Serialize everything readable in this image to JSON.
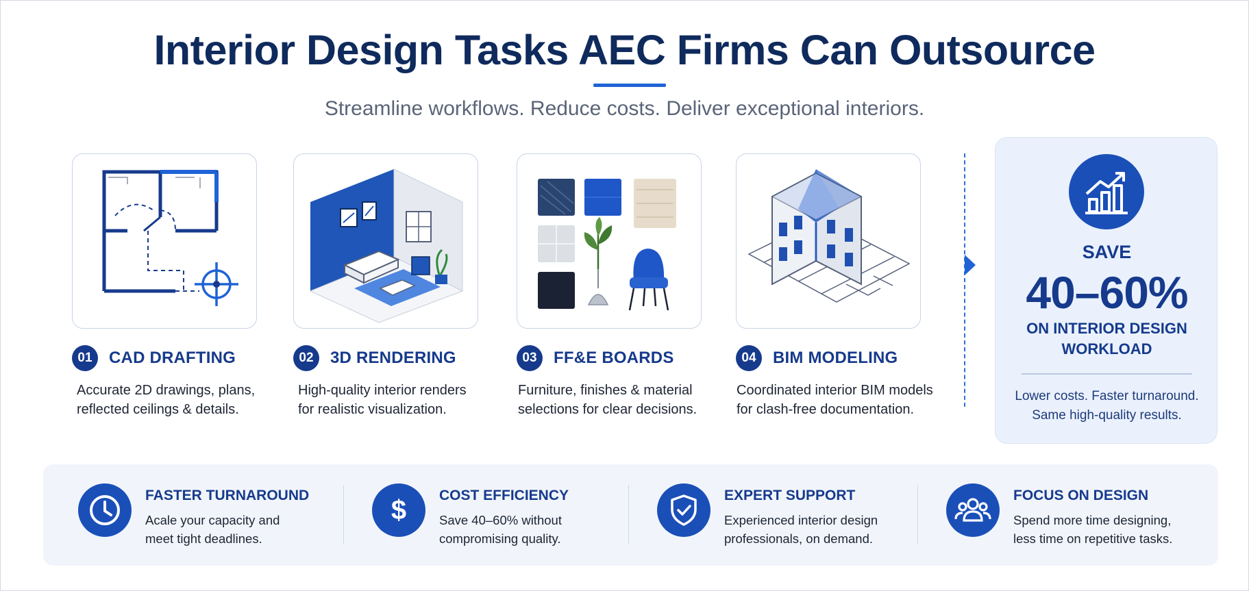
{
  "header": {
    "title": "Interior Design Tasks AEC Firms Can Outsource",
    "subtitle": "Streamline workflows. Reduce costs. Deliver exceptional interiors."
  },
  "tasks": [
    {
      "num": "01",
      "title": "CAD DRAFTING",
      "desc_line1": "Accurate 2D drawings, plans,",
      "desc_line2": "reflected ceilings & details.",
      "icon": "floor-plan-icon"
    },
    {
      "num": "02",
      "title": "3D RENDERING",
      "desc_line1": "High-quality interior renders",
      "desc_line2": "for realistic visualization.",
      "icon": "room-render-icon"
    },
    {
      "num": "03",
      "title": "FF&E BOARDS",
      "desc_line1": "Furniture, finishes & material",
      "desc_line2": "selections for clear decisions.",
      "icon": "material-board-icon"
    },
    {
      "num": "04",
      "title": "BIM MODELING",
      "desc_line1": "Coordinated interior BIM models",
      "desc_line2": "for clash-free documentation.",
      "icon": "building-model-icon"
    }
  ],
  "savings": {
    "label": "SAVE",
    "percent": "40–60%",
    "on_line1": "ON INTERIOR DESIGN",
    "on_line2": "WORKLOAD",
    "note_line1": "Lower costs. Faster turnaround.",
    "note_line2": "Same high-quality results.",
    "icon": "growth-chart-icon"
  },
  "benefits": [
    {
      "title": "FASTER TURNAROUND",
      "desc_line1": "Acale your capacity and",
      "desc_line2": "meet tight deadlines.",
      "icon": "clock-icon"
    },
    {
      "title": "COST EFFICIENCY",
      "desc_line1": "Save 40–60% without",
      "desc_line2": "compromising quality.",
      "icon": "dollar-icon"
    },
    {
      "title": "EXPERT SUPPORT",
      "desc_line1": "Experienced interior design",
      "desc_line2": "professionals, on demand.",
      "icon": "shield-check-icon"
    },
    {
      "title": "FOCUS ON DESIGN",
      "desc_line1": "Spend more time designing,",
      "desc_line2": "less time on repetitive tasks.",
      "icon": "team-icon"
    }
  ],
  "colors": {
    "navy": "#0f2a5c",
    "brand_blue": "#1b4fb8",
    "accent_blue": "#1f63d6",
    "panel_bg": "#eaf1fc"
  }
}
